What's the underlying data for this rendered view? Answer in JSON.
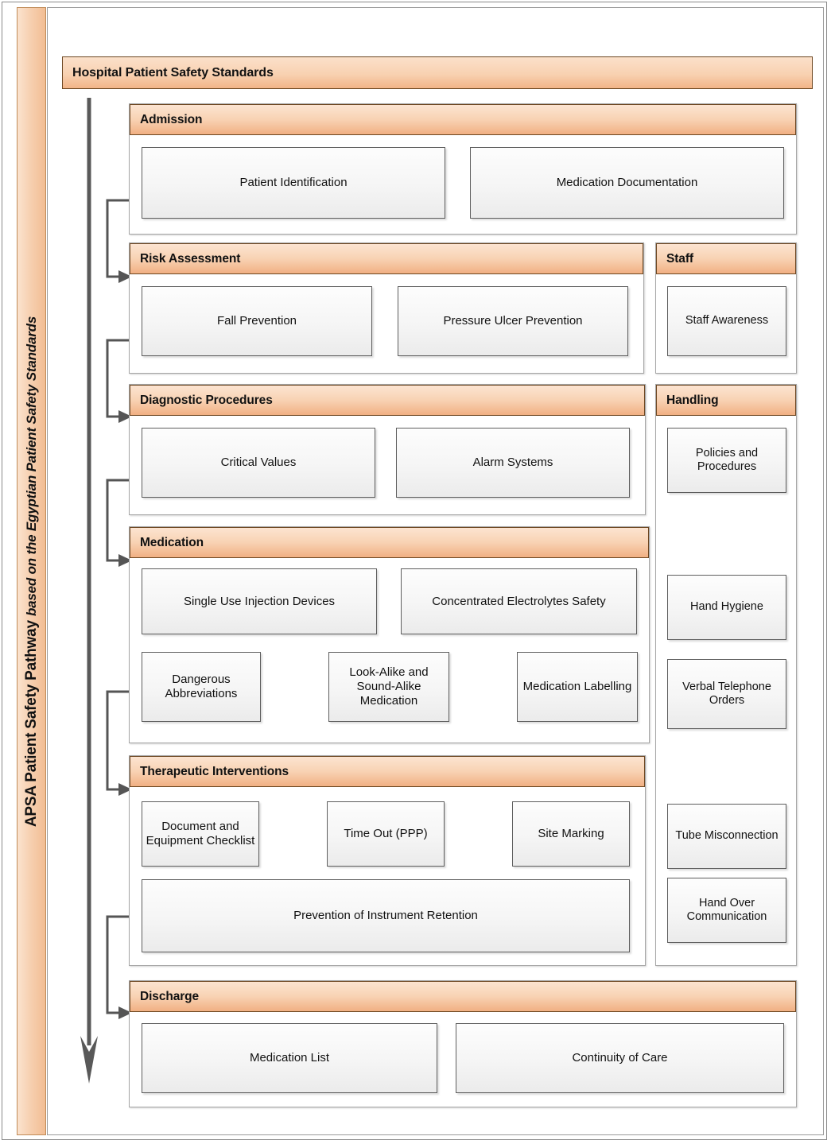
{
  "banner": {
    "title_strong": "APSA Patient Safety Pathway ",
    "title_em": "based on the Egyptian Patient Safety Standards"
  },
  "header": {
    "title": "Hospital Patient Safety Standards"
  },
  "colors": {
    "accent_orange_light": "#fce4d1",
    "accent_orange_mid": "#f8d2b3",
    "accent_orange_dark": "#f1b083",
    "accent_border": "#6d4722",
    "box_border": "#5e5e5e",
    "arrow_gray": "#595959",
    "connector_gray": "#555555"
  },
  "pathway": {
    "stages": [
      {
        "id": "admission",
        "label": "Admission",
        "items": [
          {
            "label": "Patient Identification"
          },
          {
            "label": "Medication Documentation"
          }
        ]
      },
      {
        "id": "risk-assessment",
        "label": "Risk Assessment",
        "items": [
          {
            "label": "Fall Prevention"
          },
          {
            "label": "Pressure Ulcer Prevention"
          }
        ]
      },
      {
        "id": "diagnostic-procedures",
        "label": "Diagnostic Procedures",
        "items": [
          {
            "label": "Critical Values"
          },
          {
            "label": "Alarm Systems"
          }
        ]
      },
      {
        "id": "medication",
        "label": "Medication",
        "items": [
          {
            "label": "Single Use Injection Devices"
          },
          {
            "label": "Concentrated Electrolytes Safety"
          },
          {
            "label": "Dangerous Abbreviations"
          },
          {
            "label": "Look-Alike and Sound-Alike Medication"
          },
          {
            "label": "Medication Labelling"
          }
        ]
      },
      {
        "id": "therapeutic-interventions",
        "label": "Therapeutic Interventions",
        "items": [
          {
            "label": "Document and Equipment Checklist"
          },
          {
            "label": "Time Out (PPP)"
          },
          {
            "label": "Site Marking"
          },
          {
            "label": "Prevention of Instrument Retention"
          }
        ]
      },
      {
        "id": "discharge",
        "label": "Discharge",
        "items": [
          {
            "label": "Medication List"
          },
          {
            "label": "Continuity of Care"
          }
        ]
      }
    ],
    "side_stages": [
      {
        "id": "staff",
        "label": "Staff",
        "items": [
          {
            "label": "Staff Awareness"
          }
        ]
      },
      {
        "id": "handling",
        "label": "Handling",
        "items": [
          {
            "label": "Policies and Procedures"
          },
          {
            "label": "Hand Hygiene"
          },
          {
            "label": "Verbal Telephone Orders"
          },
          {
            "label": "Tube Misconnection"
          },
          {
            "label": "Hand Over Communication"
          }
        ]
      }
    ]
  }
}
